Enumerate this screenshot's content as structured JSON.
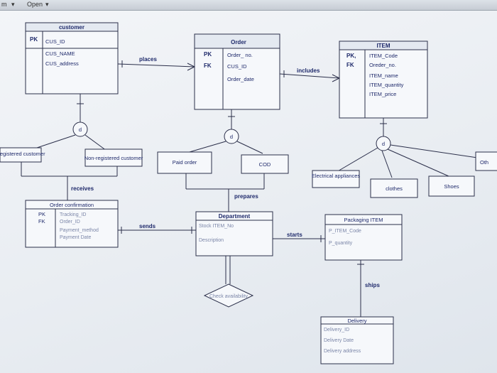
{
  "toolbar": {
    "left_text": "m",
    "open_label": "Open"
  },
  "entities": {
    "customer": {
      "name": "customer",
      "keys": [
        "PK"
      ],
      "attrs": [
        "CUS_ID",
        "CUS_NAME",
        "CUS_address"
      ]
    },
    "order": {
      "name": "Order",
      "keys": [
        "PK",
        "FK"
      ],
      "attrs": [
        "Order_ no.",
        "CUS_ID",
        "Order_date"
      ]
    },
    "item": {
      "name": "ITEM",
      "keys": [
        "PK,",
        "FK"
      ],
      "attrs": [
        "ITEM_Code",
        "Oreder_no.",
        "ITEM_name",
        "ITEM_quantity",
        "ITEM_price"
      ]
    },
    "order_confirmation": {
      "name": "Order confirmation",
      "keys": [
        "PK",
        "FK"
      ],
      "attrs": [
        "Tracking_ID",
        "Order_ID",
        "Payment_method",
        "Payment Date"
      ]
    },
    "department": {
      "name": "Department",
      "attrs": [
        "Stock ITEM_No",
        "Description"
      ]
    },
    "packaging_item": {
      "name": "Packaging ITEM",
      "attrs": [
        "P_ITEM_Code",
        "P_quantity"
      ]
    },
    "delivery": {
      "name": "Delivery",
      "attrs": [
        "Delivery_ID",
        "Delivery Date",
        "Delivery address"
      ]
    }
  },
  "subtypes": {
    "registered": "Registered customer",
    "non_registered": "Non-registered customer",
    "paid_order": "Paid order",
    "cod": "COD",
    "electrical": "Electrical appliances",
    "clothes": "clothes",
    "shoes": "Shoes",
    "other": "Oth"
  },
  "relationships": {
    "places": "places",
    "includes": "includes",
    "receives": "receives",
    "prepares": "prepares",
    "sends": "sends",
    "starts": "starts",
    "ships": "ships",
    "check": "Check availability"
  },
  "disjoint_symbol": "d"
}
